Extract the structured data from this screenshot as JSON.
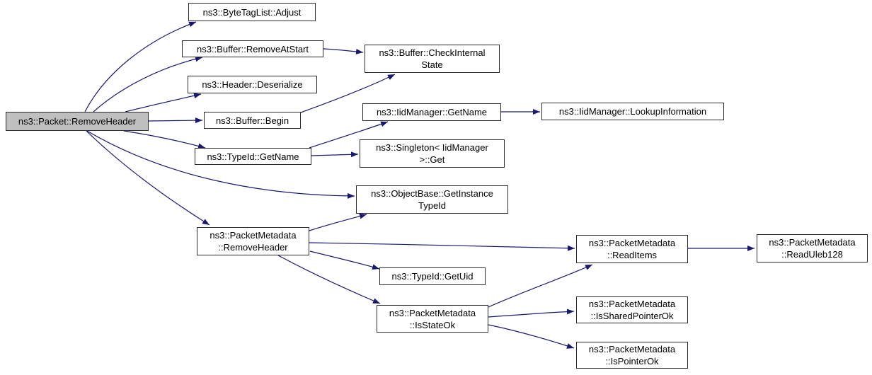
{
  "diagram": {
    "title": "ns3::Packet::RemoveHeader call graph",
    "type": "doxygen-call-graph",
    "colors": {
      "edge": "#191970",
      "node_border": "#2b2b2b",
      "node_fill": "#ffffff",
      "root_fill": "#bfbfbf",
      "text": "#000000",
      "background": "#ffffff"
    }
  },
  "nodes": [
    {
      "id": "packet-removeheader",
      "root": true,
      "line1": "ns3::Packet::RemoveHeader"
    },
    {
      "id": "bytetaglist-adjust",
      "line1": "ns3::ByteTagList::Adjust"
    },
    {
      "id": "buffer-removeatstart",
      "line1": "ns3::Buffer::RemoveAtStart"
    },
    {
      "id": "header-deserialize",
      "line1": "ns3::Header::Deserialize"
    },
    {
      "id": "buffer-begin",
      "line1": "ns3::Buffer::Begin"
    },
    {
      "id": "buffer-checkinternalstate",
      "line1": "ns3::Buffer::CheckInternal",
      "line2": "State"
    },
    {
      "id": "iidmanager-getname",
      "line1": "ns3::IidManager::GetName"
    },
    {
      "id": "iidmanager-lookupinformation",
      "line1": "ns3::IidManager::LookupInformation"
    },
    {
      "id": "typeid-getname",
      "line1": "ns3::TypeId::GetName"
    },
    {
      "id": "singleton-iidmanager-get",
      "line1": "ns3::Singleton< IidManager",
      "line2": ">::Get"
    },
    {
      "id": "objectbase-getinstancetypeid",
      "line1": "ns3::ObjectBase::GetInstance",
      "line2": "TypeId"
    },
    {
      "id": "packetmetadata-removeheader",
      "line1": "ns3::PacketMetadata",
      "line2": "::RemoveHeader"
    },
    {
      "id": "typeid-getuid",
      "line1": "ns3::TypeId::GetUid"
    },
    {
      "id": "packetmetadata-isstateok",
      "line1": "ns3::PacketMetadata",
      "line2": "::IsStateOk"
    },
    {
      "id": "packetmetadata-readitems",
      "line1": "ns3::PacketMetadata",
      "line2": "::ReadItems"
    },
    {
      "id": "packetmetadata-readuleb128",
      "line1": "ns3::PacketMetadata",
      "line2": "::ReadUleb128"
    },
    {
      "id": "packetmetadata-issharedpointerok",
      "line1": "ns3::PacketMetadata",
      "line2": "::IsSharedPointerOk"
    },
    {
      "id": "packetmetadata-ispointerok",
      "line1": "ns3::PacketMetadata",
      "line2": "::IsPointerOk"
    }
  ],
  "edges": [
    {
      "from": "packet-removeheader",
      "to": "bytetaglist-adjust"
    },
    {
      "from": "packet-removeheader",
      "to": "buffer-removeatstart"
    },
    {
      "from": "packet-removeheader",
      "to": "header-deserialize"
    },
    {
      "from": "packet-removeheader",
      "to": "buffer-begin"
    },
    {
      "from": "packet-removeheader",
      "to": "typeid-getname"
    },
    {
      "from": "packet-removeheader",
      "to": "objectbase-getinstancetypeid"
    },
    {
      "from": "packet-removeheader",
      "to": "packetmetadata-removeheader"
    },
    {
      "from": "buffer-removeatstart",
      "to": "buffer-checkinternalstate"
    },
    {
      "from": "buffer-begin",
      "to": "buffer-checkinternalstate"
    },
    {
      "from": "typeid-getname",
      "to": "iidmanager-getname"
    },
    {
      "from": "typeid-getname",
      "to": "singleton-iidmanager-get"
    },
    {
      "from": "iidmanager-getname",
      "to": "iidmanager-lookupinformation"
    },
    {
      "from": "packetmetadata-removeheader",
      "to": "objectbase-getinstancetypeid"
    },
    {
      "from": "packetmetadata-removeheader",
      "to": "packetmetadata-readitems"
    },
    {
      "from": "packetmetadata-removeheader",
      "to": "typeid-getuid"
    },
    {
      "from": "packetmetadata-removeheader",
      "to": "packetmetadata-isstateok"
    },
    {
      "from": "packetmetadata-isstateok",
      "to": "packetmetadata-readitems"
    },
    {
      "from": "packetmetadata-isstateok",
      "to": "packetmetadata-issharedpointerok"
    },
    {
      "from": "packetmetadata-isstateok",
      "to": "packetmetadata-ispointerok"
    },
    {
      "from": "packetmetadata-readitems",
      "to": "packetmetadata-readuleb128"
    }
  ]
}
